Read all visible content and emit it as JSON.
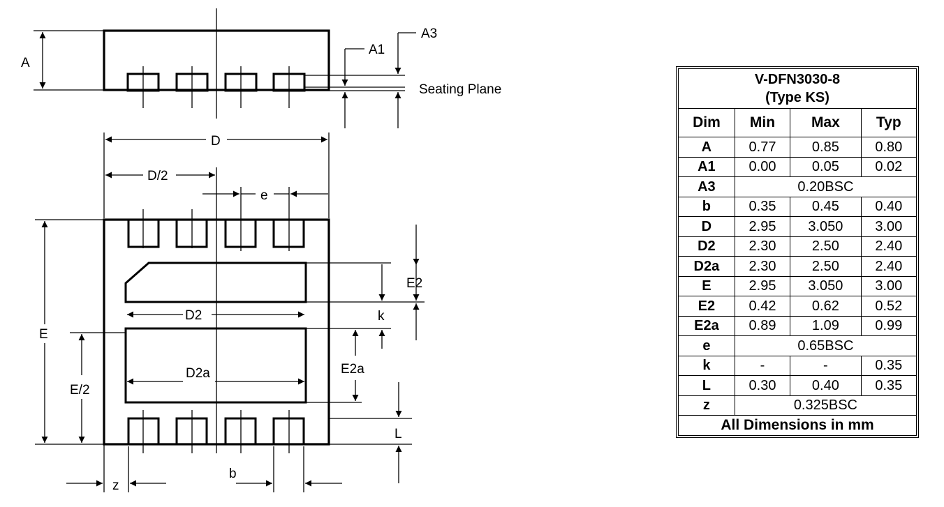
{
  "diagram": {
    "labels": {
      "A": "A",
      "A1": "A1",
      "A3": "A3",
      "seating_plane": "Seating Plane",
      "D": "D",
      "D_half": "D/2",
      "e": "e",
      "E": "E",
      "E_half": "E/2",
      "D2": "D2",
      "D2a": "D2a",
      "E2": "E2",
      "E2a": "E2a",
      "k": "k",
      "L": "L",
      "b": "b",
      "z": "z"
    }
  },
  "table": {
    "title_line1": "V-DFN3030-8",
    "title_line2": "(Type KS)",
    "headers": [
      "Dim",
      "Min",
      "Max",
      "Typ"
    ],
    "rows": [
      {
        "dim": "A",
        "min": "0.77",
        "max": "0.85",
        "typ": "0.80"
      },
      {
        "dim": "A1",
        "min": "0.00",
        "max": "0.05",
        "typ": "0.02"
      },
      {
        "dim": "A3",
        "span": "0.20BSC"
      },
      {
        "dim": "b",
        "min": "0.35",
        "max": "0.45",
        "typ": "0.40"
      },
      {
        "dim": "D",
        "min": "2.95",
        "max": "3.050",
        "typ": "3.00"
      },
      {
        "dim": "D2",
        "min": "2.30",
        "max": "2.50",
        "typ": "2.40"
      },
      {
        "dim": "D2a",
        "min": "2.30",
        "max": "2.50",
        "typ": "2.40"
      },
      {
        "dim": "E",
        "min": "2.95",
        "max": "3.050",
        "typ": "3.00"
      },
      {
        "dim": "E2",
        "min": "0.42",
        "max": "0.62",
        "typ": "0.52"
      },
      {
        "dim": "E2a",
        "min": "0.89",
        "max": "1.09",
        "typ": "0.99"
      },
      {
        "dim": "e",
        "span": "0.65BSC"
      },
      {
        "dim": "k",
        "min": "-",
        "max": "-",
        "typ": "0.35"
      },
      {
        "dim": "L",
        "min": "0.30",
        "max": "0.40",
        "typ": "0.35"
      },
      {
        "dim": "z",
        "span": "0.325BSC"
      }
    ],
    "footer": "All Dimensions in mm"
  }
}
